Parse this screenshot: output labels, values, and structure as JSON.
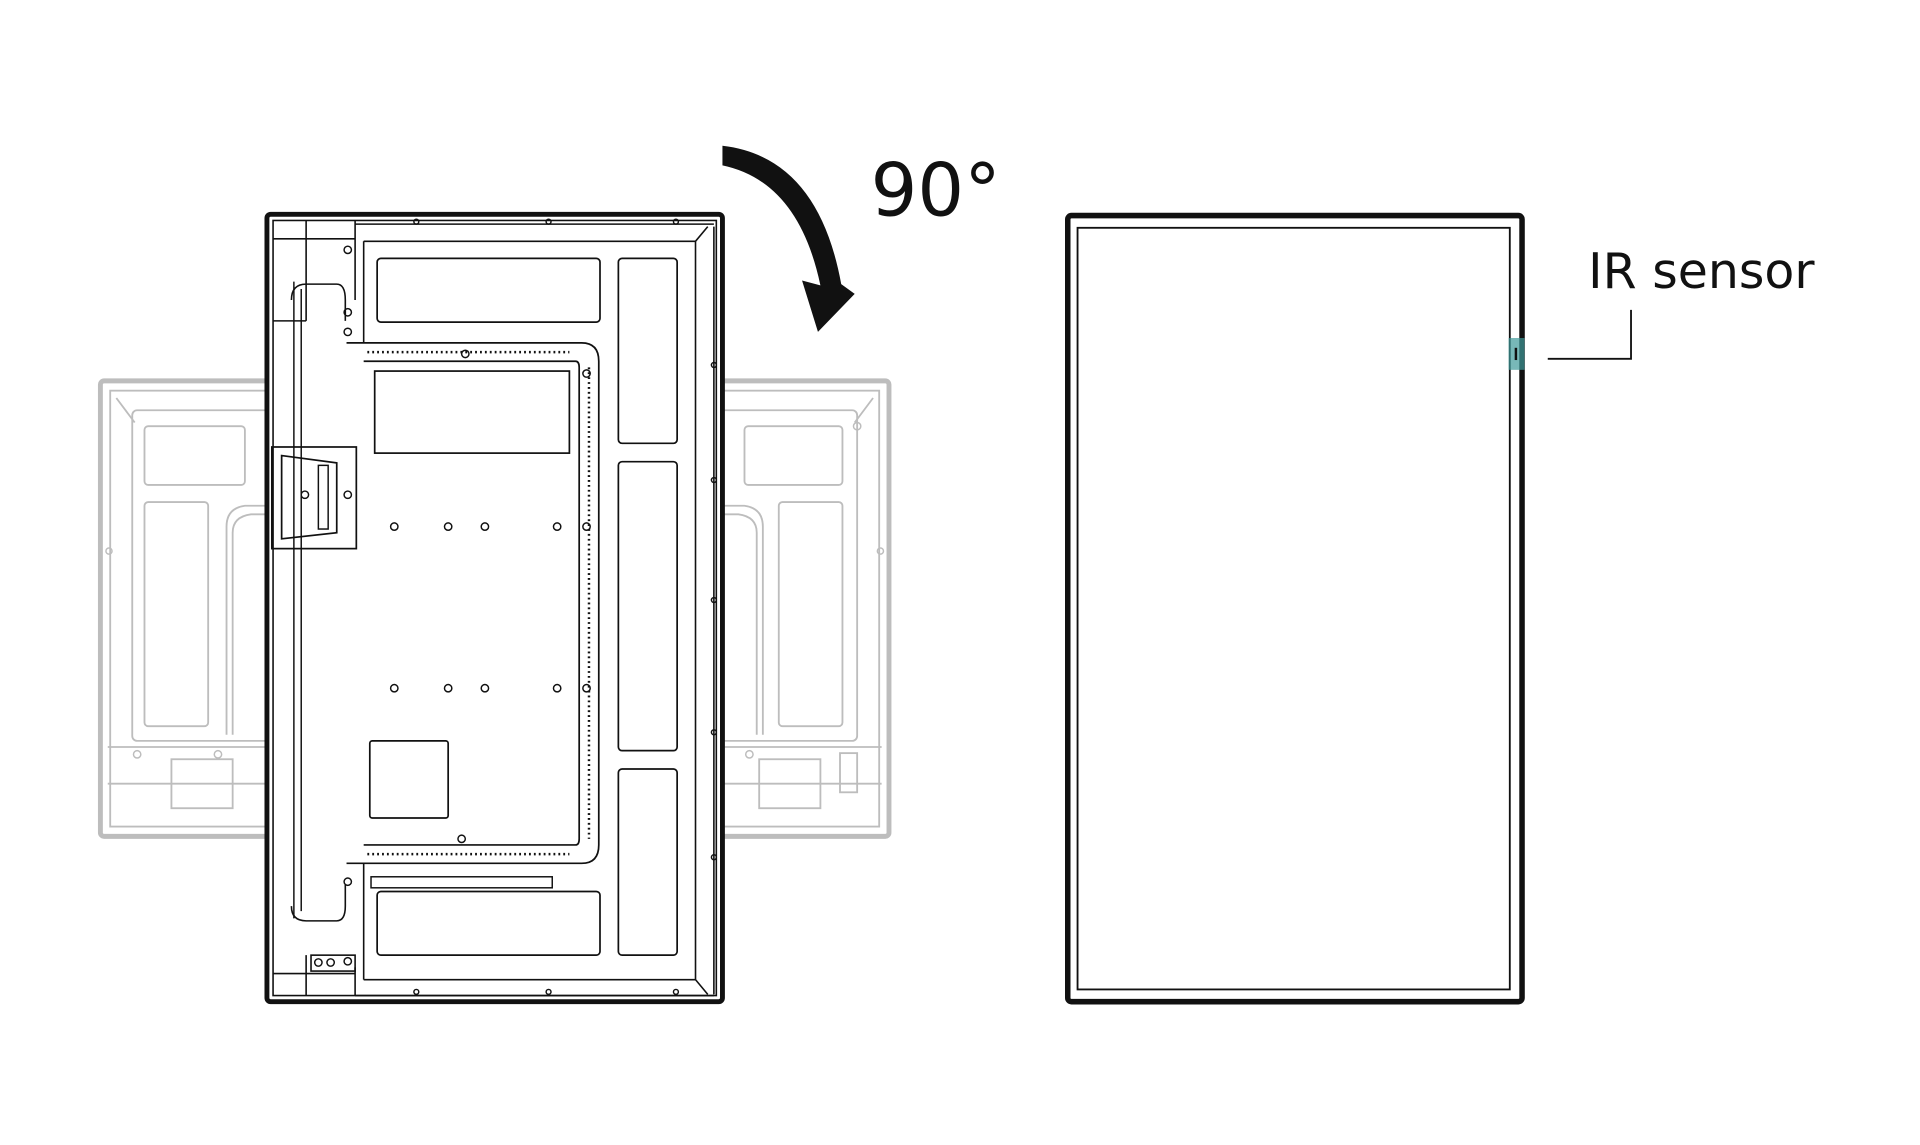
{
  "labels": {
    "rotation_angle": "90°",
    "ir_sensor": "IR sensor"
  },
  "colors": {
    "line": "#111111",
    "ghost_line": "#bdbdbd",
    "ir_highlight": "#3f9a9a"
  },
  "icons": {
    "rotation_arrow": "clockwise-curved-arrow"
  }
}
